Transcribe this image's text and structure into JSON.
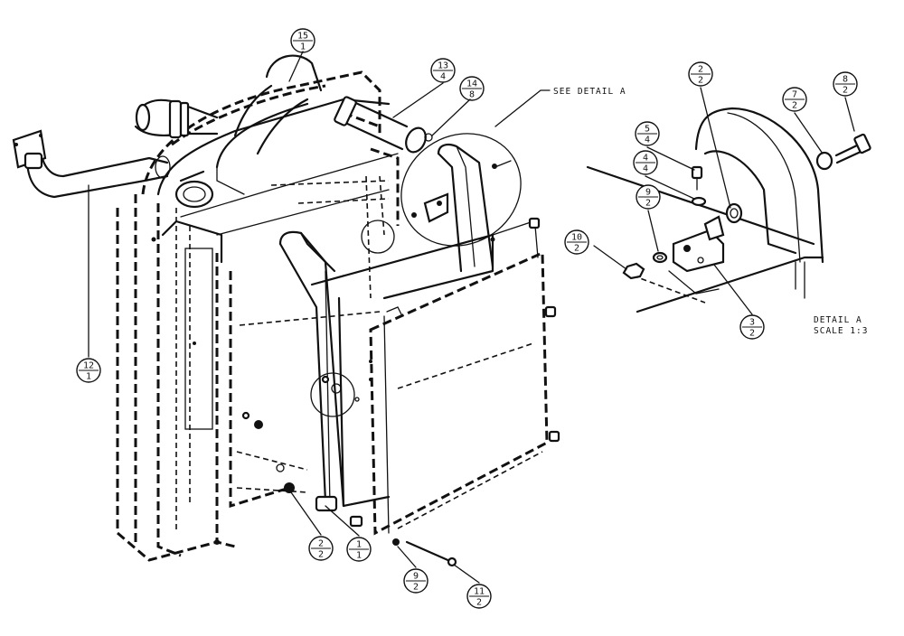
{
  "callouts": [
    {
      "id": "c15",
      "num": "15",
      "qty": "1"
    },
    {
      "id": "c13",
      "num": "13",
      "qty": "4"
    },
    {
      "id": "c14",
      "num": "14",
      "qty": "8"
    },
    {
      "id": "c12",
      "num": "12",
      "qty": "1"
    },
    {
      "id": "c2a",
      "num": "2",
      "qty": "2"
    },
    {
      "id": "c1",
      "num": "1",
      "qty": "1"
    },
    {
      "id": "c9a",
      "num": "9",
      "qty": "2"
    },
    {
      "id": "c11",
      "num": "11",
      "qty": "2"
    },
    {
      "id": "c2b",
      "num": "2",
      "qty": "2"
    },
    {
      "id": "c8",
      "num": "8",
      "qty": "2"
    },
    {
      "id": "c7",
      "num": "7",
      "qty": "2"
    },
    {
      "id": "c5",
      "num": "5",
      "qty": "4"
    },
    {
      "id": "c4",
      "num": "4",
      "qty": "4"
    },
    {
      "id": "c9b",
      "num": "9",
      "qty": "2"
    },
    {
      "id": "c10",
      "num": "10",
      "qty": "2"
    },
    {
      "id": "c3",
      "num": "3",
      "qty": "2"
    }
  ],
  "labels": {
    "see_detail": "SEE DETAIL  A",
    "detail_title": "DETAIL  A",
    "detail_scale": "SCALE  1:3"
  }
}
